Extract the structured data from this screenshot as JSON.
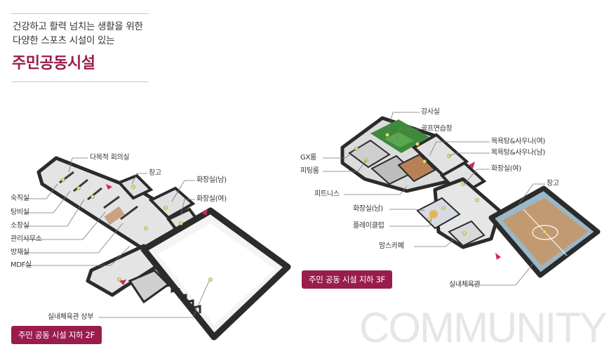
{
  "header": {
    "subtitle_line1": "건강하고 활력 넘치는 생활을 위한",
    "subtitle_line2": "다양한 스포츠 시설이 있는",
    "title": "주민공동시설"
  },
  "floor_2f": {
    "badge": "주민 공동 시설 지하 2F",
    "labels": {
      "meeting": "다목적 회의실",
      "storage": "창고",
      "restroom_m": "화장실(남)",
      "restroom_f": "화장실(여)",
      "night_duty": "숙직실",
      "lounge": "탕비실",
      "cleaner": "소장실",
      "office": "관리사무소",
      "disaster": "방재실",
      "mdf": "MDF실",
      "gym_upper": "실내체육관 상부"
    }
  },
  "floor_3f": {
    "badge": "주민 공동 시설 지하 3F",
    "labels": {
      "lecture": "강사실",
      "golf": "골프연습장",
      "gx": "GX룸",
      "fitting": "피팅룸",
      "sauna_f": "목욕탕&사우나(여)",
      "sauna_m": "목욕탕&사우나(남)",
      "restroom_f": "화장실(여)",
      "storage": "창고",
      "fitness": "피트니스",
      "restroom_m": "화장실(남)",
      "play": "플레이클럽",
      "mom_cafe": "맘스카페",
      "gym": "실내체육관"
    }
  },
  "watermark": "COMMUNITY",
  "colors": {
    "accent": "#9a1c4d",
    "wall": "#2b2b2b",
    "floor": "#e3e3e3",
    "wood": "#c29a72",
    "turf": "#3f8a3a"
  }
}
